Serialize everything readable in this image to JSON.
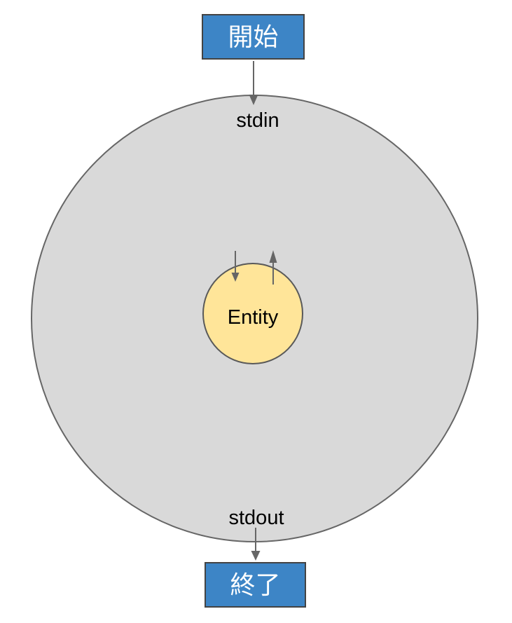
{
  "diagram": {
    "start_node": {
      "label": "開始"
    },
    "end_node": {
      "label": "終了"
    },
    "outer_circle": {
      "stdin_label": "stdin",
      "stdout_label": "stdout"
    },
    "entity_node": {
      "label": "Entity"
    },
    "colors": {
      "terminal_node_fill": "#3d85c6",
      "terminal_node_border": "#434343",
      "terminal_node_text": "#ffffff",
      "outer_circle_fill": "#d9d9d9",
      "outer_circle_border": "#666666",
      "inner_circle_fill": "#ffe599",
      "inner_circle_border": "#595959",
      "arrow": "#666666",
      "label_text": "#000000",
      "background": "#ffffff"
    }
  }
}
